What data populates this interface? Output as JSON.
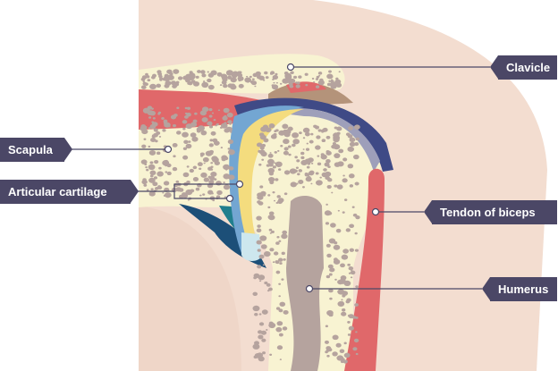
{
  "labels": {
    "clavicle": "Clavicle",
    "scapula": "Scapula",
    "articular_cartilage": "Articular cartilage",
    "tendon_of_biceps": "Tendon of biceps",
    "humerus": "Humerus"
  },
  "colors": {
    "skin": "#f3ddd0",
    "bone": "#f8f3d2",
    "marrow": "#b5a39e",
    "muscle": "#e0686a",
    "navy": "#3f4a86",
    "blue": "#73a6d2",
    "yellow": "#f4dc7e",
    "teal": "#217f8e",
    "label_bg": "#4b4766"
  }
}
